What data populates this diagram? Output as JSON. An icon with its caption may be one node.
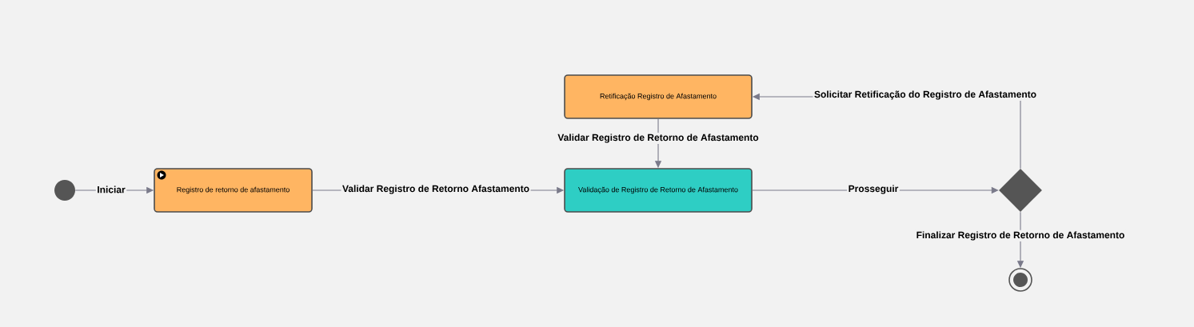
{
  "diagram": {
    "nodes": [
      {
        "text": [],
        "shape": "circle"
      },
      {
        "text": [
          "Registro de retorno de afastamento"
        ]
      },
      {
        "text": [
          "Retificação Registro de Afastamento"
        ]
      },
      {
        "text": [
          "Validação de Registro de Retorno de Afastamento"
        ]
      },
      {
        "text": [],
        "shape": "diamond"
      },
      {
        "text": [],
        "shape": "circle"
      }
    ],
    "edges": [
      {
        "from": 0,
        "to": 1,
        "arrow": "to",
        "label": "Iniciar"
      },
      {
        "from": 1,
        "to": 3,
        "arrow": "to",
        "label": "Validar Registro de Retorno Afastamento"
      },
      {
        "from": 2,
        "to": 3,
        "arrow": "to",
        "label": "Validar Registro de Retorno de Afastamento"
      },
      {
        "from": 3,
        "to": 4,
        "arrow": "to",
        "label": "Prosseguir"
      },
      {
        "from": 4,
        "to": 2,
        "arrow": "to",
        "label": "Solicitar Retificação do Registro de Afastamento"
      },
      {
        "from": 4,
        "to": 5,
        "arrow": "to",
        "label": "Finalizar Registro de Retorno de Afastamento"
      }
    ]
  }
}
